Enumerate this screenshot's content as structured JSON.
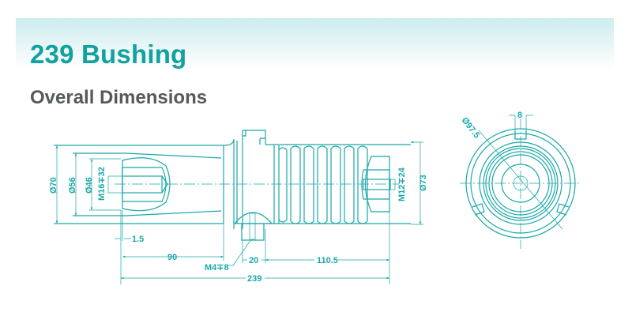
{
  "header": {
    "title": "239 Bushing",
    "subtitle": "Overall Dimensions"
  },
  "colors": {
    "accent": "#12a19f",
    "line": "#1aa8a8",
    "subtitle": "#555a5c"
  },
  "drawing": {
    "side_view": {
      "dia_70": "Ø70",
      "dia_56": "Ø56",
      "dia_46": "Ø46",
      "thread_left": "M16∓32",
      "thread_right": "M12∓24",
      "dia_73": "Ø73",
      "dim_1_5": "1.5",
      "dim_90": "90",
      "dim_20": "20",
      "dim_110_5": "110.5",
      "dim_239": "239",
      "thread_bottom": "M4∓8"
    },
    "end_view": {
      "slot_width": "8",
      "diameter": "Ø97.5"
    }
  }
}
